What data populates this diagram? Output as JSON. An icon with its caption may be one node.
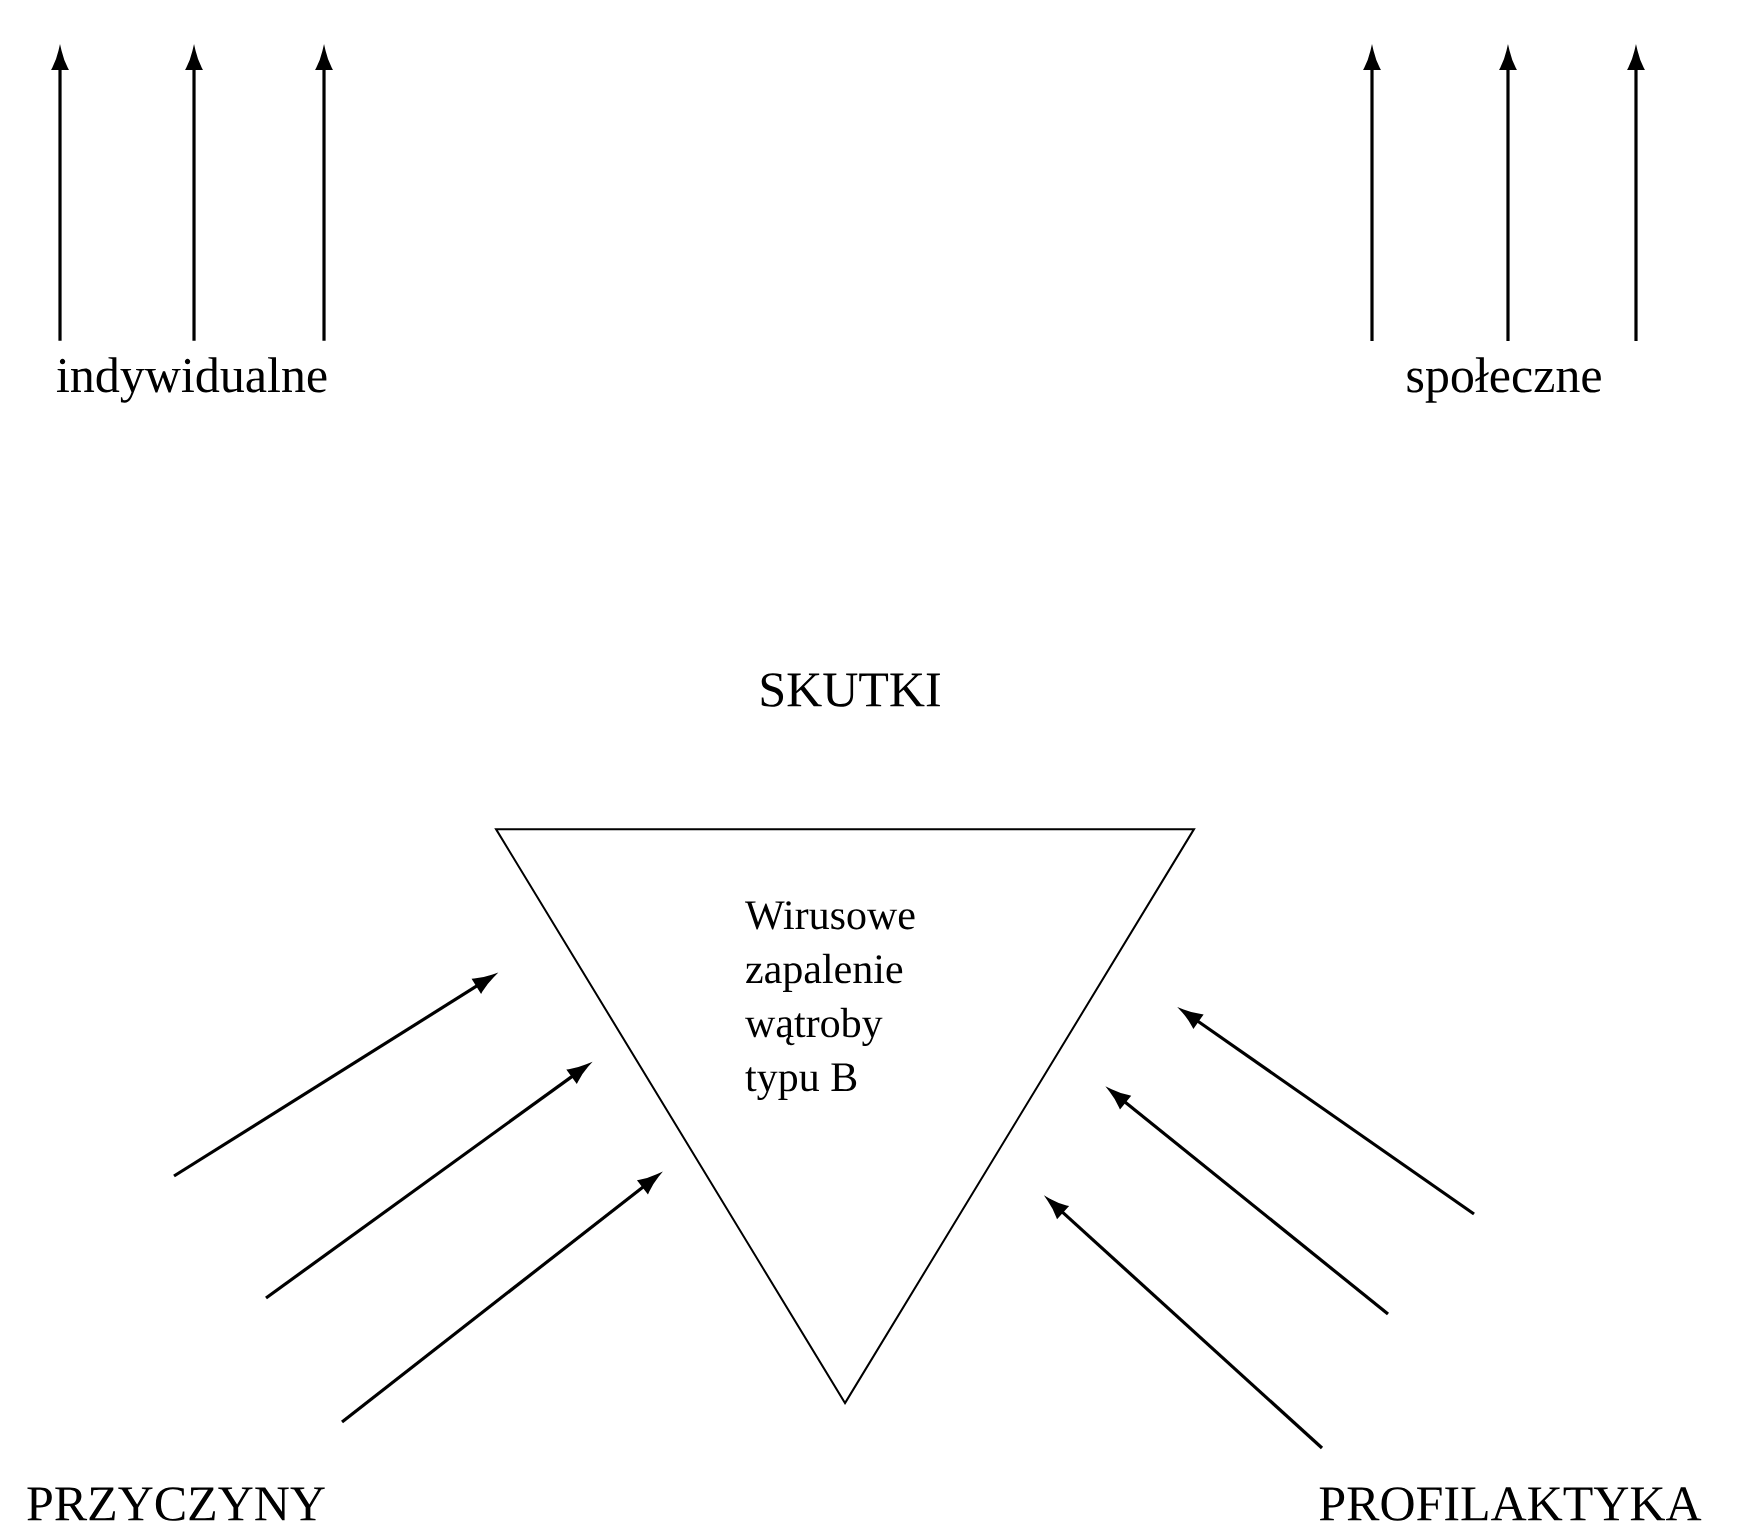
{
  "diagram": {
    "nodes": [
      {
        "text": [
          "indywidualne"
        ]
      },
      {
        "text": [
          "społeczne"
        ]
      },
      {
        "text": [
          "Wirusowe zapalenie wątroby typu B"
        ]
      }
    ],
    "edges": [
      {
        "from": 0,
        "to": null,
        "arrow": "to"
      },
      {
        "from": 0,
        "to": null,
        "arrow": "to"
      },
      {
        "from": 0,
        "to": null,
        "arrow": "to"
      },
      {
        "from": 1,
        "to": null,
        "arrow": "to"
      },
      {
        "from": 1,
        "to": null,
        "arrow": "to"
      },
      {
        "from": 1,
        "to": null,
        "arrow": "to"
      },
      {
        "from": null,
        "to": 2,
        "arrow": "to"
      },
      {
        "from": null,
        "to": 2,
        "arrow": "to"
      },
      {
        "from": null,
        "to": 2,
        "arrow": "to"
      },
      {
        "from": null,
        "to": 2,
        "arrow": "to"
      },
      {
        "from": null,
        "to": 2,
        "arrow": "to"
      },
      {
        "from": null,
        "to": 2,
        "arrow": "to"
      }
    ],
    "labels": [
      "SKUTKI",
      "PRZYCZYNY",
      "PROFILAKTYKA"
    ]
  }
}
